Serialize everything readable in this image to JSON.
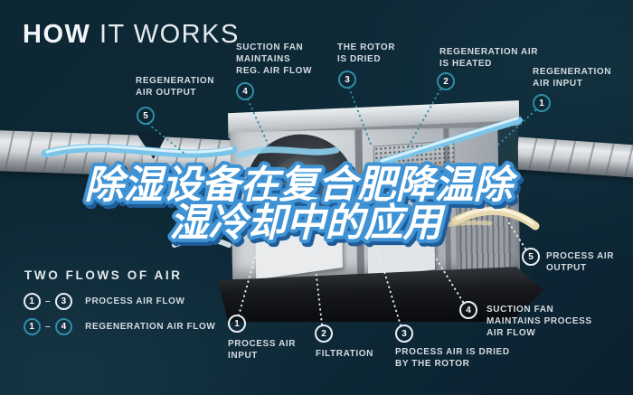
{
  "title": {
    "word1": "HOW",
    "word2": "IT WORKS"
  },
  "overlay_title": {
    "line1": "除湿设备在复合肥降温除",
    "line2": "湿冷却中的应用"
  },
  "legend": {
    "heading": "TWO FLOWS OF AIR",
    "rows": [
      {
        "from": "1",
        "sep": "–",
        "to": "3",
        "label": "PROCESS AIR FLOW",
        "style": "white"
      },
      {
        "from": "1",
        "sep": "–",
        "to": "4",
        "label": "REGENERATION AIR FLOW",
        "style": "teal"
      }
    ]
  },
  "callouts": {
    "regeneration": [
      {
        "num": "5",
        "label": "REGENERATION\nAIR OUTPUT"
      },
      {
        "num": "4",
        "label": "SUCTION FAN\nMAINTAINS\nREG. AIR FLOW"
      },
      {
        "num": "3",
        "label": "THE ROTOR\nIS DRIED"
      },
      {
        "num": "2",
        "label": "REGENERATION AIR\nIS HEATED"
      },
      {
        "num": "1",
        "label": "REGENERATION\nAIR INPUT"
      }
    ],
    "process": [
      {
        "num": "1",
        "label": "PROCESS AIR\nINPUT"
      },
      {
        "num": "2",
        "label": "FILTRATION"
      },
      {
        "num": "3",
        "label": "PROCESS AIR IS DRIED\nBY THE ROTOR"
      },
      {
        "num": "4",
        "label": "SUCTION FAN\nMAINTAINS PROCESS\nAIR FLOW"
      },
      {
        "num": "5",
        "label": "PROCESS AIR\nOUTPUT"
      }
    ]
  },
  "colors": {
    "background": "#0d2733",
    "teal_accent": "#2f8da6",
    "label_text": "#d4dce1",
    "chinese_fill": "#ffffff",
    "chinese_stroke": "#3f93d4",
    "rotor_orange": "#e8882a",
    "flow_blue": "#7ac5e9",
    "flow_cream": "#ead9ae"
  }
}
